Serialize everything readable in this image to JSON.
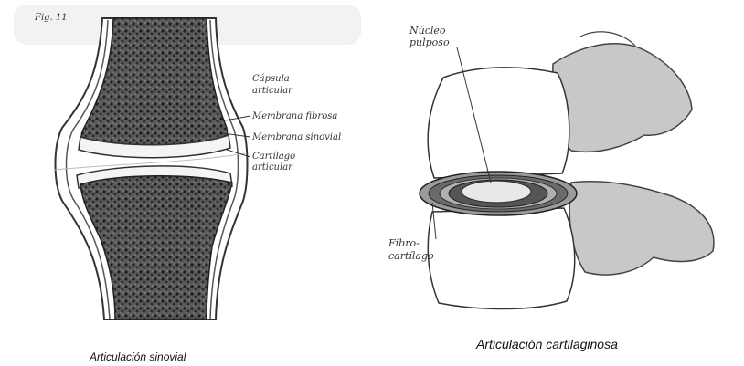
{
  "left": {
    "fig_label": "Fig. 11",
    "labels": {
      "capsula_line1": "Cápsula",
      "capsula_line2": "articular",
      "membrana_fibrosa": "Membrana fibrosa",
      "membrana_sinovial": "Membrana sinovial",
      "cartilago_line1": "Cartílago",
      "cartilago_line2": "articular"
    },
    "caption": "Articulación sinovial"
  },
  "right": {
    "labels": {
      "nucleo_line1": "Núcleo",
      "nucleo_line2": "pulposo",
      "fibro_line1": "Fibro-",
      "fibro_line2": "cartílago"
    },
    "caption": "Articulación cartilaginosa"
  }
}
